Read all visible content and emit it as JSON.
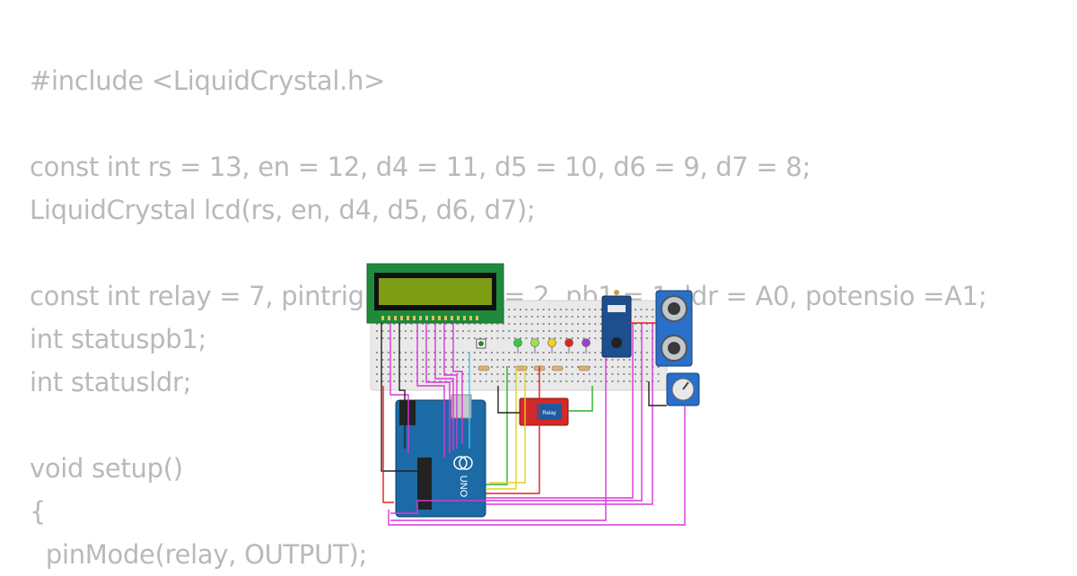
{
  "code_lines": [
    "#include <LiquidCrystal.h>",
    "",
    "const int rs = 13, en = 12, d4 = 11, d5 = 10, d6 = 9, d7 = 8;",
    "LiquidCrystal lcd(rs, en, d4, d5, d6, d7);",
    "",
    "const int relay = 7, pintrig = 3, echo = 2, pb1 = 1, ldr = A0, potensio =A1;",
    "int statuspb1;",
    "int statusldr;",
    "",
    "void setup()",
    "{",
    "  pinMode(relay, OUTPUT);"
  ],
  "circuit": {
    "arduino_label": "UNO",
    "relay_label": "Relay",
    "colors": {
      "breadboard": "#e9e9e9",
      "lcd_frame": "#1f8a3b",
      "lcd_screen": "#7f9d14",
      "arduino": "#1c6aa6",
      "relay": "#d42a2a",
      "sensor": "#1d5aa0",
      "wire_magenta": "#d936d9",
      "wire_black": "#222222",
      "wire_red": "#e02020",
      "wire_green": "#2bb02b",
      "wire_yellow": "#e6d020",
      "wire_cyan": "#33ccee"
    },
    "leds": [
      {
        "color": "#2ecc40"
      },
      {
        "color": "#9be34a"
      },
      {
        "color": "#f2d21b"
      },
      {
        "color": "#e52222"
      },
      {
        "color": "#a23ecf"
      }
    ]
  }
}
